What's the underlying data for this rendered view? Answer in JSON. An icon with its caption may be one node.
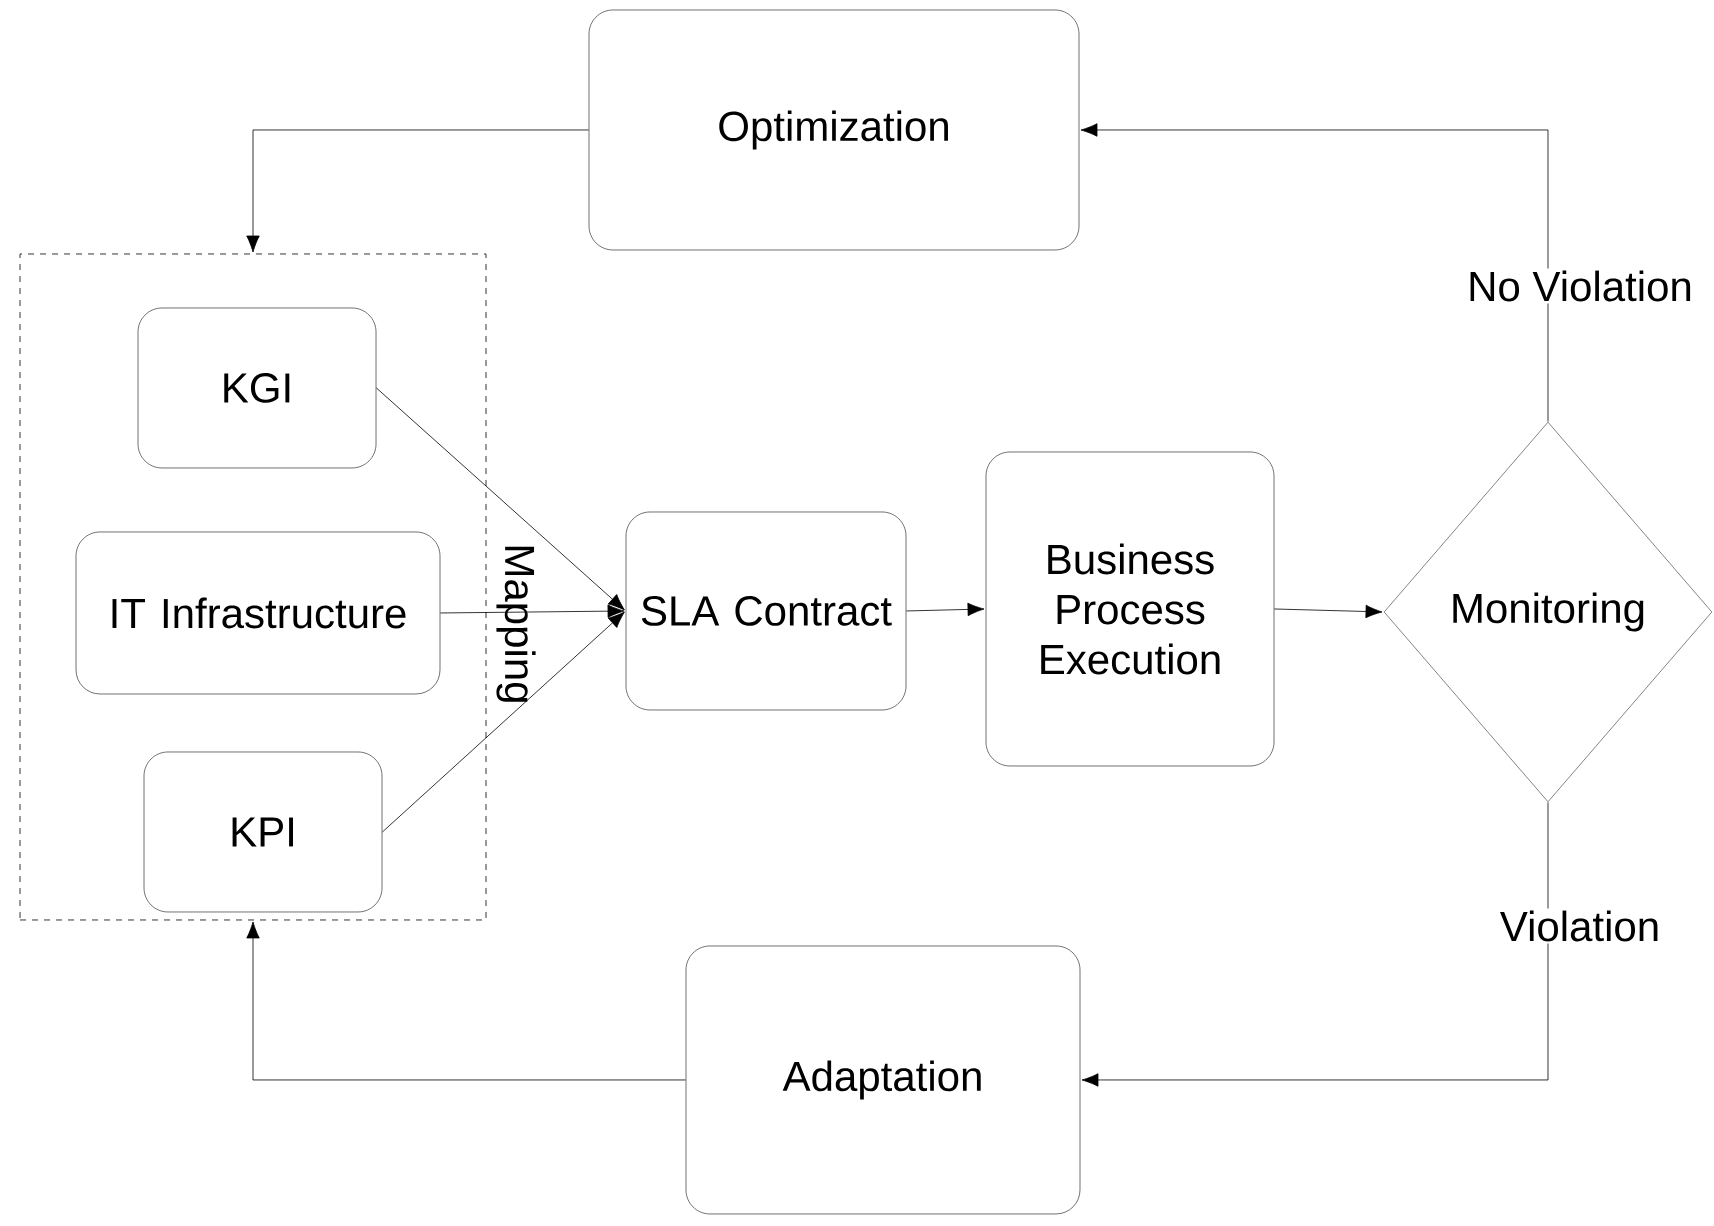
{
  "diagram": {
    "nodes": [
      {
        "text": [
          "Optimization"
        ]
      },
      {
        "text": [],
        "shape": "box"
      },
      {
        "text": [
          "KGI"
        ],
        "in": 1
      },
      {
        "text": [
          "IT Infrastructure"
        ],
        "in": 1
      },
      {
        "text": [
          "KPI"
        ],
        "in": 1
      },
      {
        "text": [
          "SLA Contract"
        ]
      },
      {
        "text": [
          "Business Process Execution"
        ]
      },
      {
        "text": [
          "Monitoring"
        ]
      },
      {
        "text": [
          "Adaptation"
        ]
      }
    ],
    "edges": [
      {
        "from": 2,
        "to": 5,
        "arrow": "to"
      },
      {
        "from": 3,
        "to": 5,
        "arrow": "to"
      },
      {
        "from": 4,
        "to": 5,
        "arrow": "to"
      },
      {
        "from": 5,
        "to": 6,
        "arrow": "to"
      },
      {
        "from": 6,
        "to": 7,
        "arrow": "to"
      },
      {
        "from": 7,
        "to": 0,
        "arrow": "to",
        "label": "No Violation"
      },
      {
        "from": 0,
        "to": 1,
        "arrow": "to"
      },
      {
        "from": 7,
        "to": 8,
        "arrow": "to",
        "label": "Violation"
      },
      {
        "from": 8,
        "to": 1,
        "arrow": "to"
      }
    ],
    "labels": [
      "Mapping"
    ]
  }
}
